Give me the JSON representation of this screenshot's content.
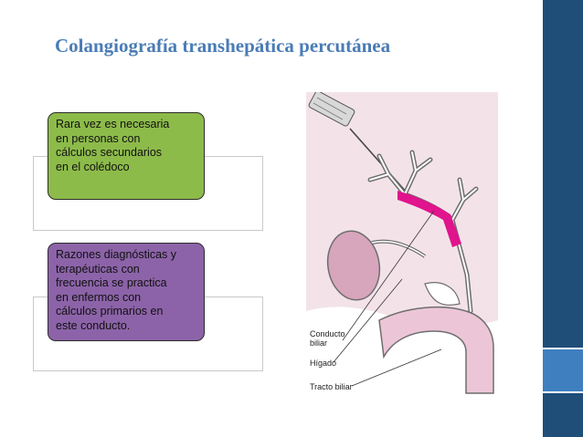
{
  "slide": {
    "title": "Colangiografía transhepática percutánea"
  },
  "boxes": [
    {
      "lines": [
        "Rara vez es necesaria",
        "en personas con",
        "cálculos secundarios",
        "en el colédoco"
      ],
      "color": "#8dbb4a"
    },
    {
      "lines": [
        "Razones diagnósticas y",
        "terapéuticas con",
        "frecuencia se practica",
        "en enfermos con",
        "cálculos primarios en",
        "este conducto."
      ],
      "color": "#8c63a8"
    }
  ],
  "illustration": {
    "labels": {
      "duct": [
        "Conducto",
        "biliar"
      ],
      "liver": "Hígado",
      "tract": "Tracto biliar"
    },
    "colors": {
      "background": "#f3e3e9",
      "contrast": "#e0148c",
      "organ": "#d7a5bc"
    }
  },
  "theme": {
    "title_color": "#4a7cb5",
    "sidebar_dark": "#1f4e79",
    "sidebar_accent": "#3f7fc0"
  }
}
